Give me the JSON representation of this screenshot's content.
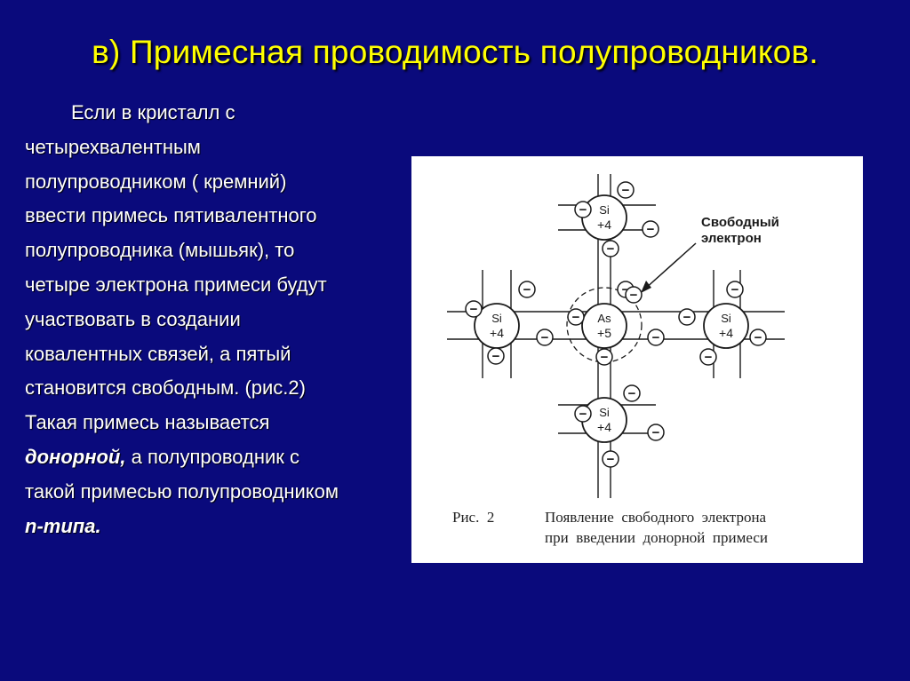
{
  "slide": {
    "title": "в) Примесная проводимость полупроводников.",
    "text": {
      "l1": "Если в кристалл с",
      "l2": "четырехвалентным",
      "l3": "полупроводником ( кремний)",
      "l4": "ввести примесь пятивалентного",
      "l5": "полупроводника (мышьяк), то",
      "l6": "четыре электрона примеси будут",
      "l7": "участвовать в создании",
      "l8": "ковалентных  связей, а пятый",
      "l9": "становится свободным. (рис.2)",
      "l10": "Такая примесь называется",
      "l11_em": "донорной,",
      "l11_rest": " а полупроводник с",
      "l12": "такой примесью полупроводником",
      "l13": "n-типа."
    }
  },
  "figure": {
    "free_electron_label_1": "Свободный",
    "free_electron_label_2": "электрон",
    "atoms": {
      "si_symbol": "Si",
      "si_charge": "+4",
      "as_symbol": "As",
      "as_charge": "+5"
    },
    "electron_sign": "−",
    "caption_num": "Рис.  2",
    "caption_1": "Появление  свободного  электрона",
    "caption_2": "при  введении  донорной  примеси"
  }
}
